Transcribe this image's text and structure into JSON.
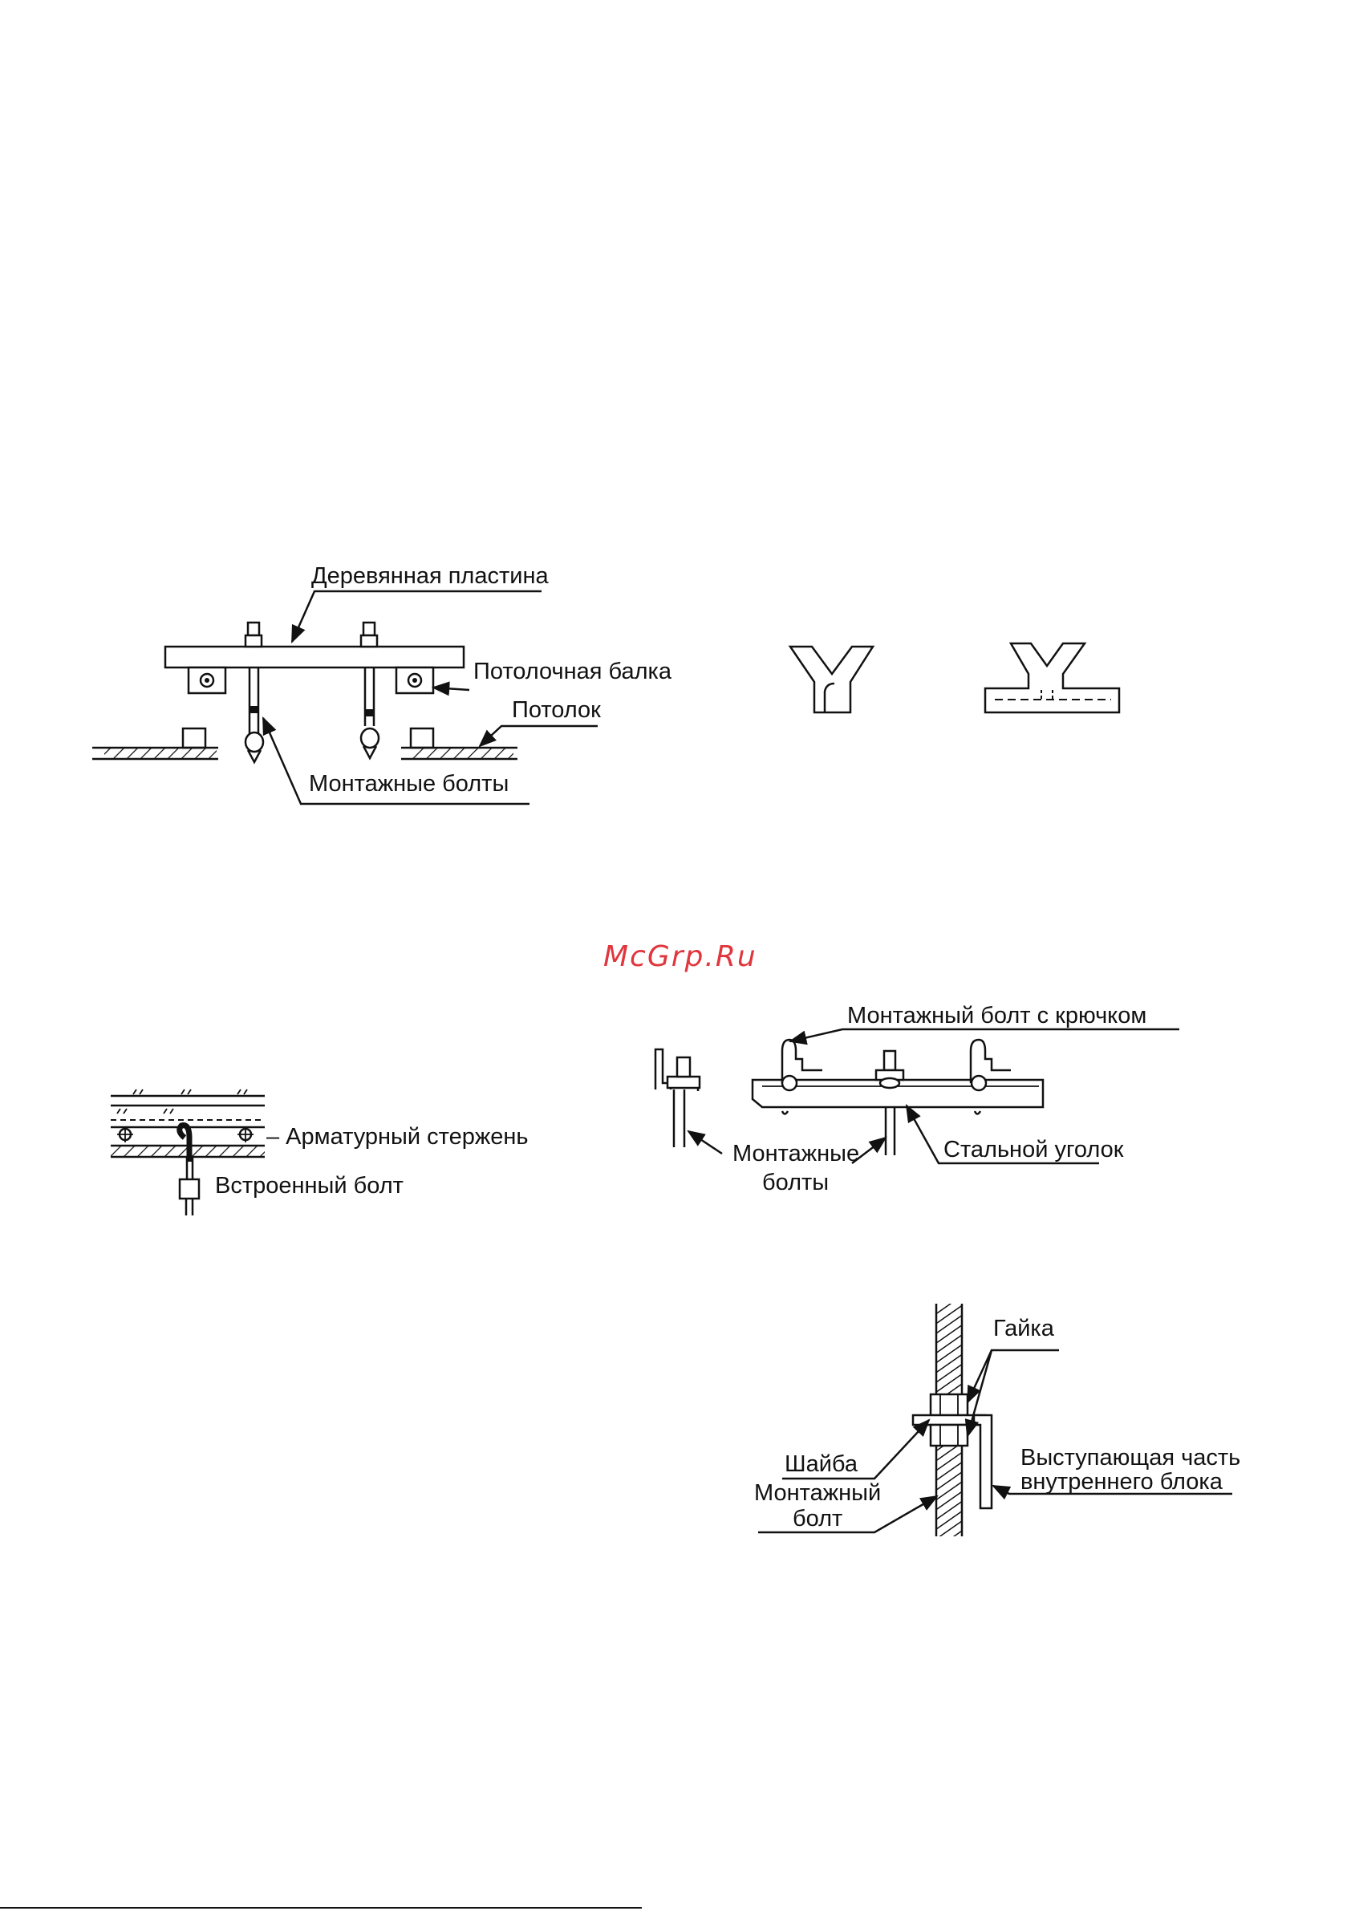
{
  "watermark": "McGrp.Ru",
  "figure1": {
    "wood_plate": "Деревянная пластина",
    "ceiling_beam": "Потолочная балка",
    "ceiling": "Потолок",
    "mount_bolts": "Монтажные болты"
  },
  "figure2": {
    "rebar": "– Арматурный стержень",
    "embedded_bolt": "Встроенный болт"
  },
  "figure3": {
    "hook_bolt": "Монтажный болт с крючком",
    "mount_bolts_line1": "Монтажные",
    "mount_bolts_line2": "болты",
    "steel_angle": "Стальной уголок"
  },
  "figure4": {
    "nut": "Гайка",
    "washer": "Шайба",
    "mount_bolt_line1": "Монтажный",
    "mount_bolt_line2": "болт",
    "protruding_line1": "Выступающая часть",
    "protruding_line2": "внутреннего блока"
  }
}
